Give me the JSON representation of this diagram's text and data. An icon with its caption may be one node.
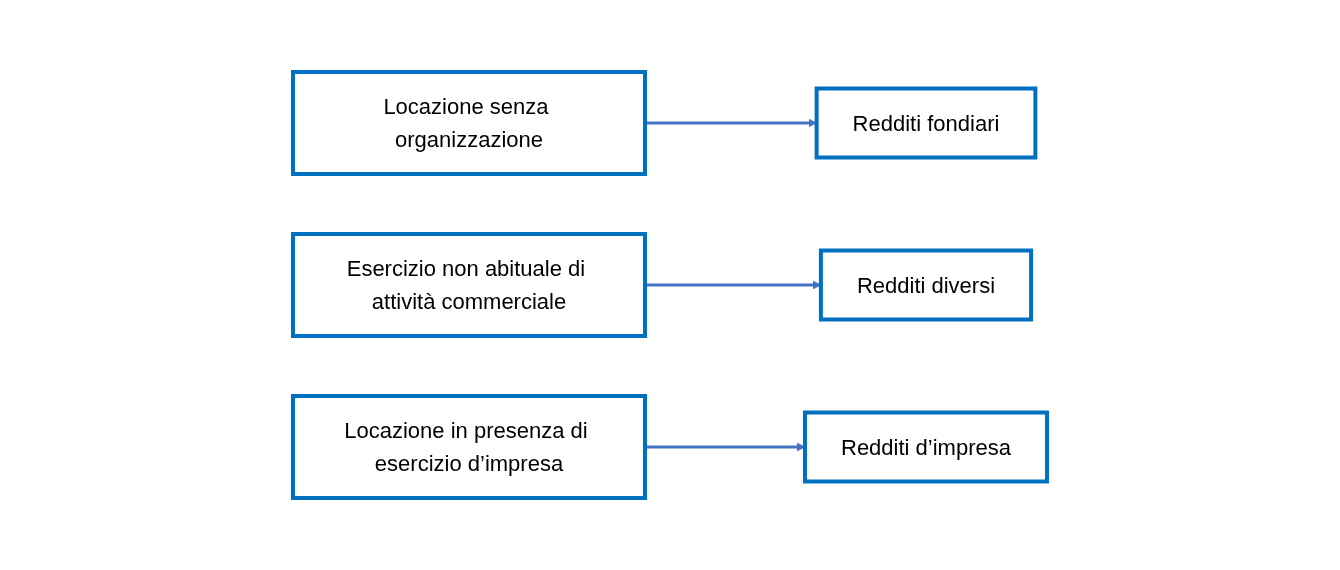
{
  "diagram": {
    "nodes": [
      {
        "text": [
          "Locazione senza organizzazione"
        ]
      },
      {
        "text": [
          "Redditi fondiari"
        ]
      },
      {
        "text": [
          "Esercizio non abituale di attività commerciale"
        ]
      },
      {
        "text": [
          "Redditi diversi"
        ]
      },
      {
        "text": [
          "Locazione in presenza di esercizio d’impresa"
        ]
      },
      {
        "text": [
          "Redditi d’impresa"
        ]
      }
    ],
    "edges": [
      {
        "from": 0,
        "to": 1,
        "arrow": "to"
      },
      {
        "from": 2,
        "to": 3,
        "arrow": "to"
      },
      {
        "from": 4,
        "to": 5,
        "arrow": "to"
      }
    ]
  }
}
